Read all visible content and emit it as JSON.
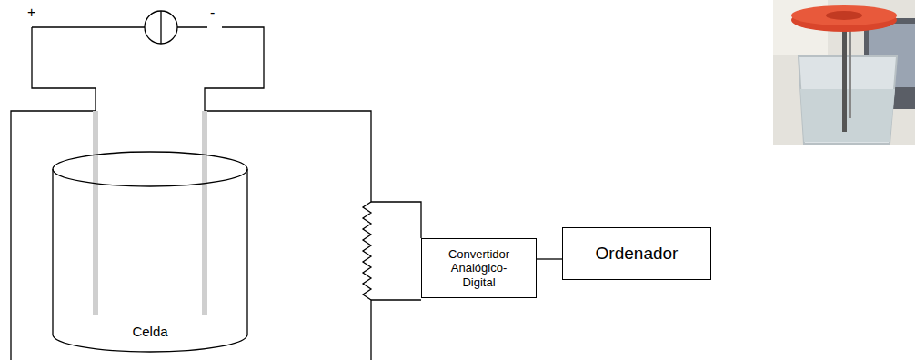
{
  "diagram": {
    "nodes": [
      {
        "text": [
          "Celda"
        ]
      },
      {
        "text": [
          "Convertidor Analógico-Digital"
        ]
      },
      {
        "text": [
          "Ordenador"
        ]
      }
    ],
    "edges": [
      {
        "from": 1,
        "to": 2,
        "arrow": "none"
      }
    ],
    "labels": [
      "+",
      "-"
    ]
  }
}
